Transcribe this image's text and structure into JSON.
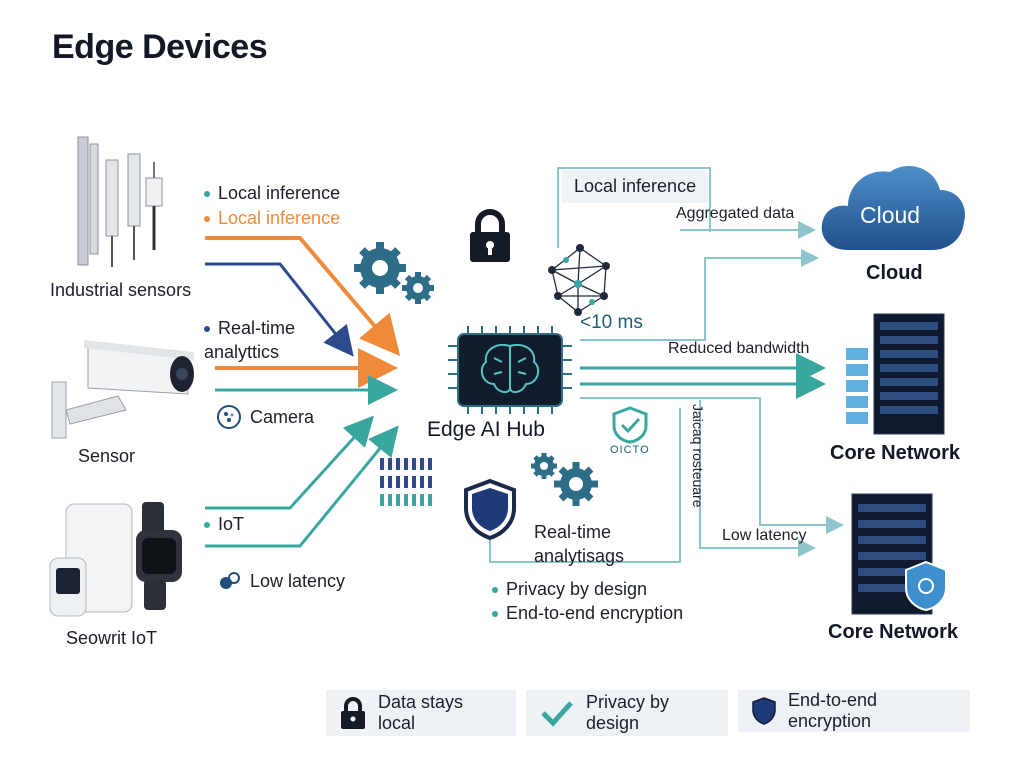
{
  "title": "Edge Devices",
  "devices": {
    "industrial": "Industrial sensors",
    "sensor": "Sensor",
    "iot": "Seowrit IoT"
  },
  "left_labels": {
    "local_inference_1": "Local inference",
    "local_inference_2": "Local inference",
    "realtime": "Real-time analyttics",
    "camera": "Camera",
    "iot": "IoT",
    "low_latency": "Low latency"
  },
  "hub": {
    "label": "Edge AI Hub",
    "latency": "<10 ms",
    "realtime": "Real-time analytisags",
    "privacy": "Privacy by design",
    "encryption": "End-to-end encryption",
    "check_text": "OICTO",
    "rotated_text": "Jaicaq rosteuare"
  },
  "right": {
    "local_inference_tag": "Local inference",
    "aggregated": "Aggregated data",
    "cloud_inner": "Cloud",
    "cloud": "Cloud",
    "reduced_bandwidth": "Reduced bandwidth",
    "core_network_1": "Core Network",
    "low_latency": "Low latency",
    "core_network_2": "Core Network"
  },
  "badges": {
    "data_local": "Data stays local",
    "privacy": "Privacy by design",
    "encryption": "End-to-end encryption"
  },
  "colors": {
    "orange": "#ee8a3a",
    "navy": "#2c4a8c",
    "teal": "#3aa6a0",
    "dark_teal": "#1f5f74"
  }
}
